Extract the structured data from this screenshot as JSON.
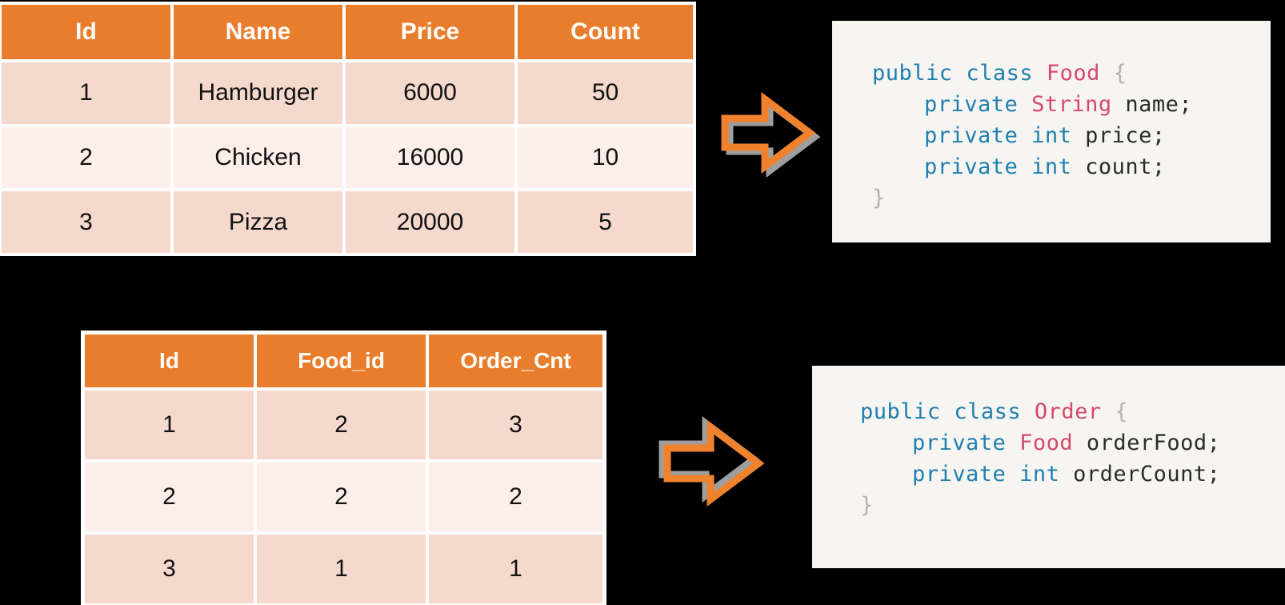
{
  "colors": {
    "background": "#000000",
    "table_header_bg": "#E87D2E",
    "table_header_text": "#FFFDF8",
    "row_dark": "#F6D9CD",
    "row_light": "#FCEEE9",
    "grid_line": "#FFFFFF",
    "code_panel_bg": "#F6F5F1",
    "code_keyword": "#1F7FAF",
    "code_type": "#D8486B",
    "code_identifier": "#2B2B2B",
    "code_brace": "#B4B2AE",
    "arrow_stroke": "#F0822E",
    "arrow_shadow": "#9E9E9E"
  },
  "food_table": {
    "name": "food-table",
    "columns": [
      "Id",
      "Name",
      "Price",
      "Count"
    ],
    "rows": [
      [
        "1",
        "Hamburger",
        "6000",
        "50"
      ],
      [
        "2",
        "Chicken",
        "16000",
        "10"
      ],
      [
        "3",
        "Pizza",
        "20000",
        "5"
      ]
    ]
  },
  "order_table": {
    "name": "order-table",
    "columns": [
      "Id",
      "Food_id",
      "Order_Cnt"
    ],
    "rows": [
      [
        "1",
        "2",
        "3"
      ],
      [
        "2",
        "2",
        "2"
      ],
      [
        "3",
        "1",
        "1"
      ]
    ]
  },
  "food_code": {
    "language": "java",
    "class_name": "Food",
    "lines": [
      {
        "tokens": [
          {
            "t": "public",
            "c": "kw"
          },
          {
            "t": " ",
            "c": "ident"
          },
          {
            "t": "class",
            "c": "kw"
          },
          {
            "t": " ",
            "c": "ident"
          },
          {
            "t": "Food",
            "c": "type"
          },
          {
            "t": " ",
            "c": "ident"
          },
          {
            "t": "{",
            "c": "punc"
          }
        ]
      },
      {
        "indent": 1,
        "tokens": [
          {
            "t": "private",
            "c": "kw"
          },
          {
            "t": " ",
            "c": "ident"
          },
          {
            "t": "String",
            "c": "type"
          },
          {
            "t": " ",
            "c": "ident"
          },
          {
            "t": "name;",
            "c": "ident"
          }
        ]
      },
      {
        "indent": 1,
        "tokens": [
          {
            "t": "private",
            "c": "kw"
          },
          {
            "t": " ",
            "c": "ident"
          },
          {
            "t": "int",
            "c": "kw"
          },
          {
            "t": " ",
            "c": "ident"
          },
          {
            "t": "price;",
            "c": "ident"
          }
        ]
      },
      {
        "indent": 1,
        "tokens": [
          {
            "t": "private",
            "c": "kw"
          },
          {
            "t": " ",
            "c": "ident"
          },
          {
            "t": "int",
            "c": "kw"
          },
          {
            "t": " ",
            "c": "ident"
          },
          {
            "t": "count;",
            "c": "ident"
          }
        ]
      },
      {
        "tokens": [
          {
            "t": "}",
            "c": "punc"
          }
        ]
      }
    ],
    "plain": "public class Food {\n    private String name;\n    private int price;\n    private int count;\n}"
  },
  "order_code": {
    "language": "java",
    "class_name": "Order",
    "lines": [
      {
        "tokens": [
          {
            "t": "public",
            "c": "kw"
          },
          {
            "t": " ",
            "c": "ident"
          },
          {
            "t": "class",
            "c": "kw"
          },
          {
            "t": " ",
            "c": "ident"
          },
          {
            "t": "Order",
            "c": "type"
          },
          {
            "t": " ",
            "c": "ident"
          },
          {
            "t": "{",
            "c": "punc"
          }
        ]
      },
      {
        "indent": 1,
        "tokens": [
          {
            "t": "private",
            "c": "kw"
          },
          {
            "t": " ",
            "c": "ident"
          },
          {
            "t": "Food",
            "c": "type"
          },
          {
            "t": " ",
            "c": "ident"
          },
          {
            "t": "orderFood;",
            "c": "ident"
          }
        ]
      },
      {
        "indent": 1,
        "tokens": [
          {
            "t": "private",
            "c": "kw"
          },
          {
            "t": " ",
            "c": "ident"
          },
          {
            "t": "int",
            "c": "kw"
          },
          {
            "t": " ",
            "c": "ident"
          },
          {
            "t": "orderCount;",
            "c": "ident"
          }
        ]
      },
      {
        "tokens": [
          {
            "t": "}",
            "c": "punc"
          }
        ]
      }
    ],
    "plain": "public class Order {\n    private Food orderFood;\n    private int orderCount;\n}"
  },
  "arrows": [
    {
      "name": "arrow-right-food",
      "label": "maps to"
    },
    {
      "name": "arrow-right-order",
      "label": "maps to"
    }
  ]
}
